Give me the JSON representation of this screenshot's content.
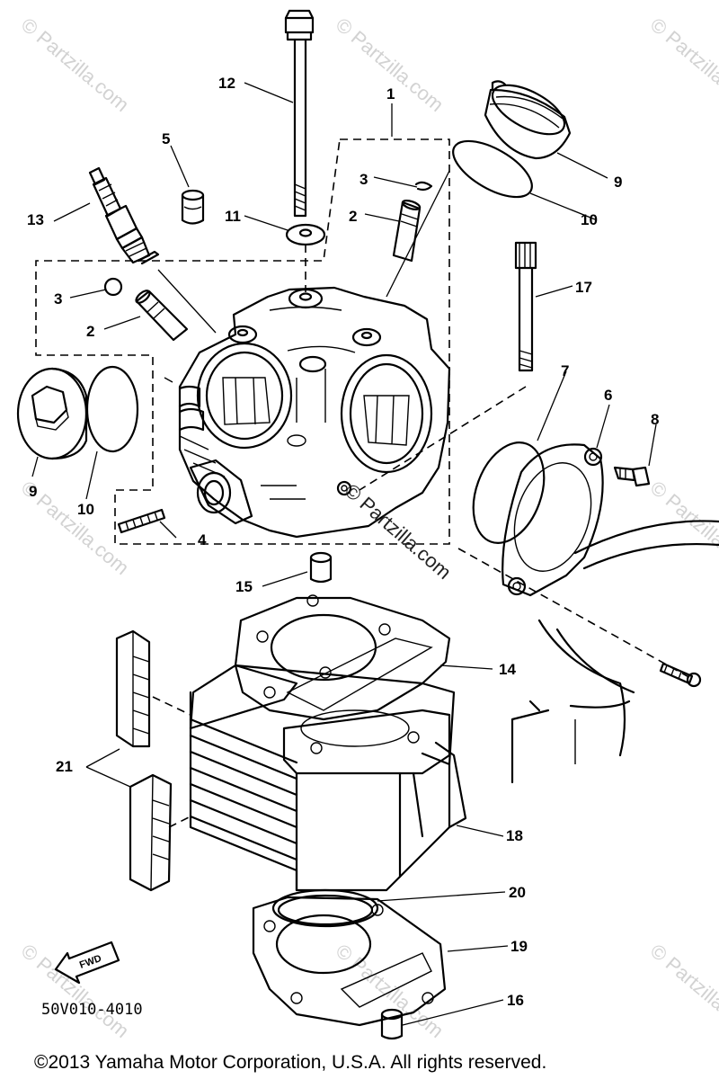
{
  "watermark": {
    "text": "© Partzilla.com",
    "center_text": "© Partzilla.com"
  },
  "callouts": {
    "c1": "1",
    "c2a": "2",
    "c2b": "2",
    "c3a": "3",
    "c3b": "3",
    "c4": "4",
    "c5": "5",
    "c6": "6",
    "c7": "7",
    "c8": "8",
    "c9a": "9",
    "c9b": "9",
    "c10a": "10",
    "c10b": "10",
    "c11": "11",
    "c12": "12",
    "c13": "13",
    "c14": "14",
    "c15": "15",
    "c16": "16",
    "c17": "17",
    "c18": "18",
    "c19": "19",
    "c20": "20",
    "c21": "21"
  },
  "fwd_label": "FWD",
  "diagram_code": "50V010-4010",
  "copyright": "©2013  Yamaha Motor Corporation, U.S.A. All rights reserved."
}
